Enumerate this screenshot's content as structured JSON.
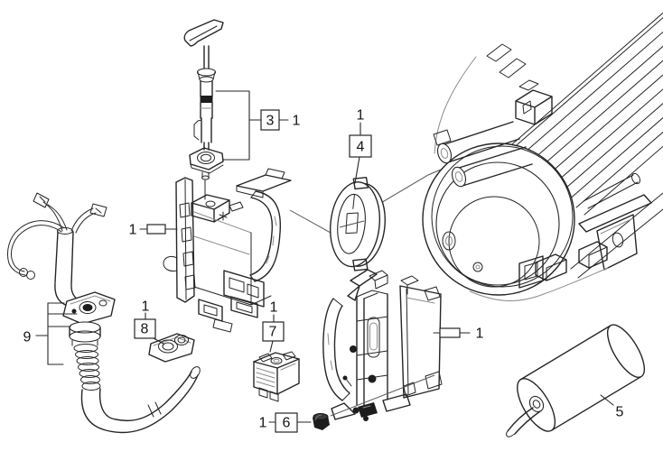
{
  "diagram": {
    "kind": "exploded-parts-diagram",
    "colors": {
      "background": "#ffffff",
      "line": "#262626",
      "light_line": "#8c8c8c",
      "solid_fill": "#1d1d1d"
    },
    "callouts": {
      "ref_shared": "1",
      "item3": "3",
      "item4": "4",
      "item5": "5",
      "item6": "6",
      "item7": "7",
      "item8": "8",
      "item9": "9"
    },
    "boxed_callouts": [
      "3",
      "4",
      "6",
      "7",
      "8"
    ]
  }
}
